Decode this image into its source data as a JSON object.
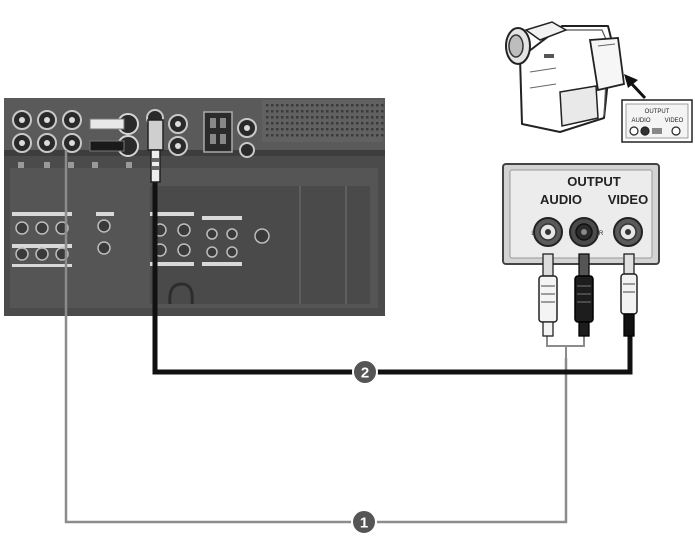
{
  "diagram": {
    "camcorder_panel": {
      "heading": "OUTPUT",
      "audio": "AUDIO",
      "video": "VIDEO"
    },
    "jack_panel": {
      "heading": "OUTPUT",
      "audio": "AUDIO",
      "video": "VIDEO",
      "left_mark": "L",
      "right_mark": "R"
    },
    "connections": [
      {
        "badge": "1"
      },
      {
        "badge": "2"
      }
    ],
    "colors": {
      "tv_panel": "#4e4e4e",
      "cable_audio": "#8c8c8c",
      "cable_video": "#111111",
      "badge": "#555555"
    }
  }
}
